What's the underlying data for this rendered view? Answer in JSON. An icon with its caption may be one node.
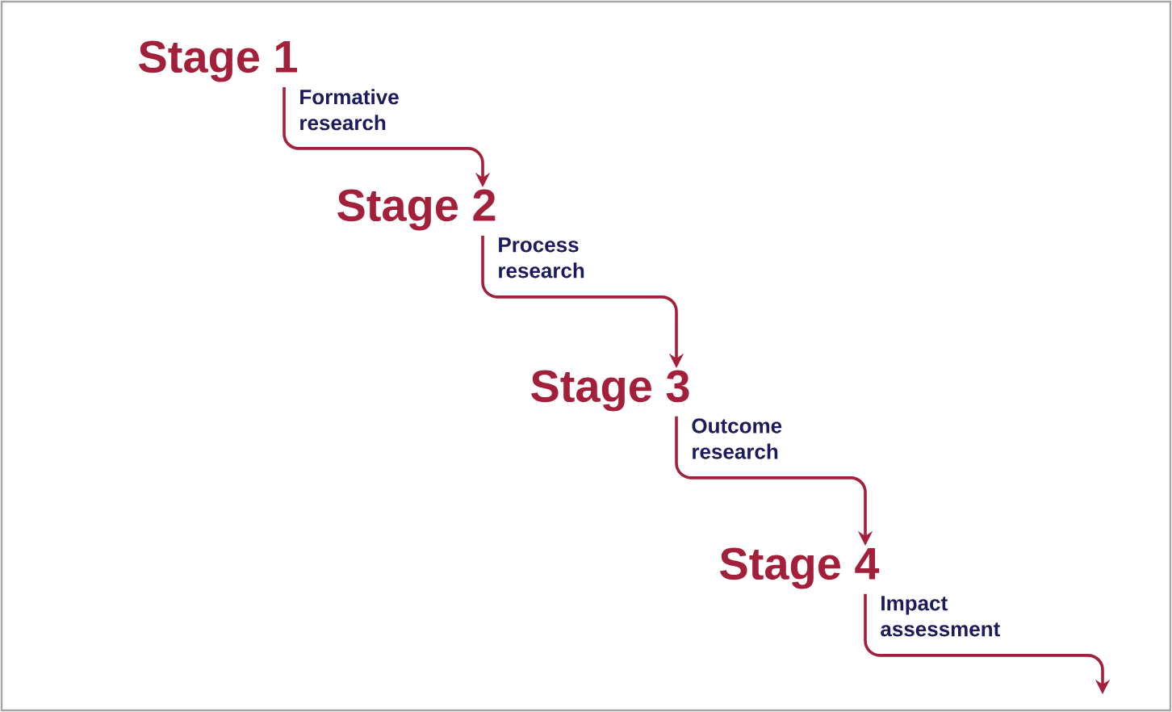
{
  "diagram": {
    "nodes": [
      {
        "text": [
          "Stage 1"
        ]
      },
      {
        "text": [
          "Stage 2"
        ]
      },
      {
        "text": [
          "Stage 3"
        ]
      },
      {
        "text": [
          "Stage 4"
        ]
      }
    ],
    "edges": [
      {
        "from": 0,
        "to": 1,
        "arrow": "to",
        "label": "Formative research"
      },
      {
        "from": 1,
        "to": 2,
        "arrow": "to",
        "label": "Process research"
      },
      {
        "from": 2,
        "to": 3,
        "arrow": "to",
        "label": "Outcome research"
      },
      {
        "from": 3,
        "to": null,
        "arrow": "to",
        "label": "Impact assessment"
      }
    ]
  }
}
